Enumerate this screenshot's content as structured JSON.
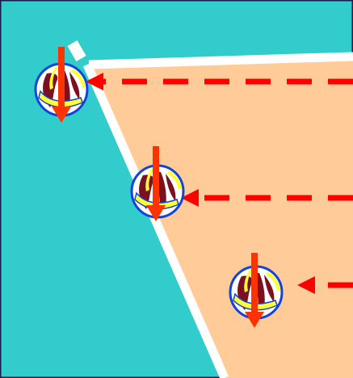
{
  "colors": {
    "outside_zone": "#33CCCC",
    "court_zone": "#FFCC99",
    "court_line": "#FFFFFF",
    "border": "#1A1A4D",
    "trajectory_arrow": "#FF0000",
    "fall_arrow": "#FF3300",
    "ball_outline": "#1144DD",
    "ball_maroon": "#7A1020",
    "ball_yellow": "#FFFF33"
  },
  "balls": [
    {
      "name": "ball-upper",
      "icon": "volleyball-icon"
    },
    {
      "name": "ball-middle",
      "icon": "volleyball-icon"
    },
    {
      "name": "ball-lower",
      "icon": "volleyball-icon"
    }
  ]
}
